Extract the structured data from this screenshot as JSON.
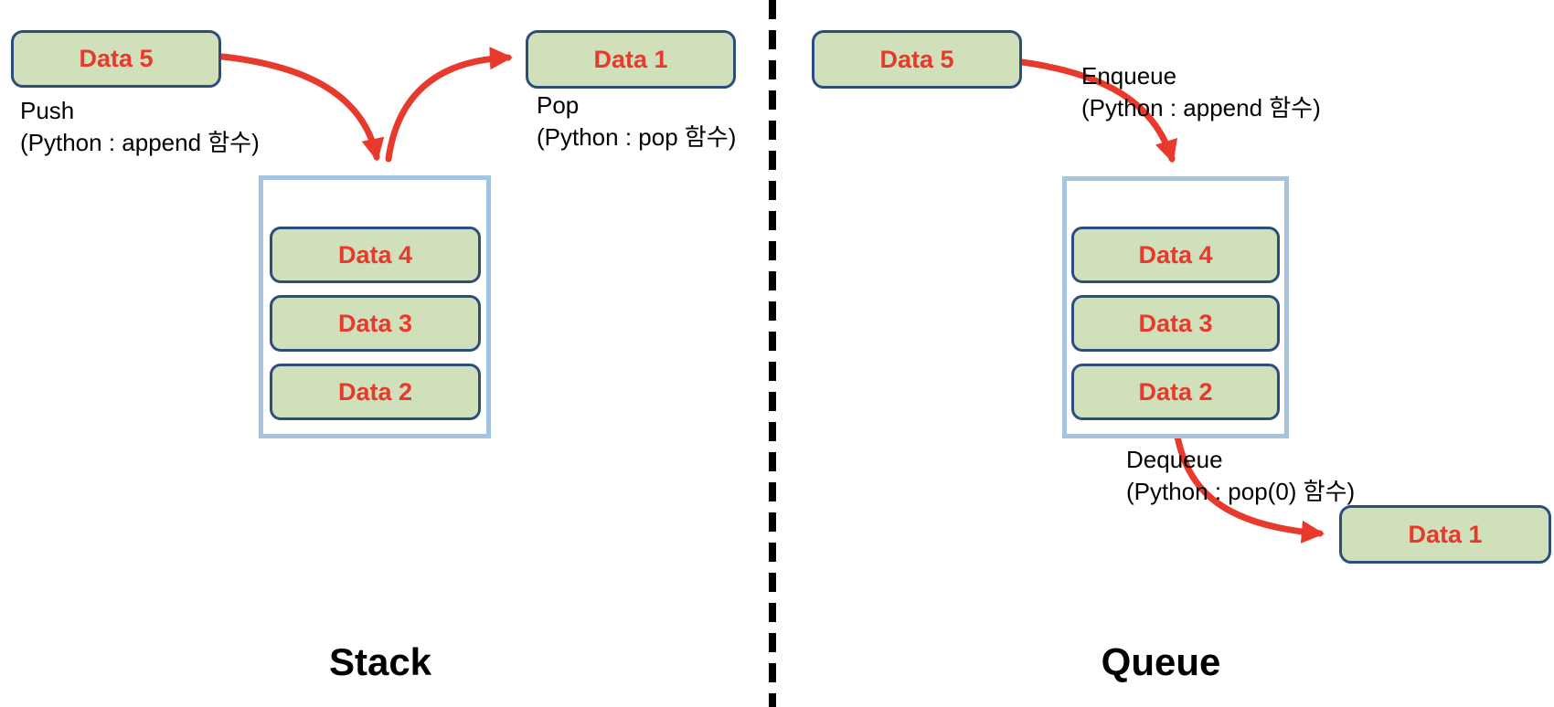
{
  "colors": {
    "box_fill": "#CFE0BA",
    "box_border": "#2E4D7F",
    "container_border": "#A5C4E2",
    "arrow": "#E8392D",
    "box_text": "#E8392D",
    "label_text": "#000000",
    "divider": "#000000"
  },
  "stack": {
    "title": "Stack",
    "in_box_label": "Data 5",
    "out_box_label": "Data 1",
    "items": [
      "Data 4",
      "Data 3",
      "Data 2"
    ],
    "push_title": "Push",
    "push_subtitle": "(Python : append 함수)",
    "pop_title": "Pop",
    "pop_subtitle": "(Python : pop 함수)"
  },
  "queue": {
    "title": "Queue",
    "in_box_label": "Data 5",
    "out_box_label": "Data 1",
    "items": [
      "Data 4",
      "Data 3",
      "Data 2"
    ],
    "enqueue_title": "Enqueue",
    "enqueue_subtitle": "(Python : append 함수)",
    "dequeue_title": "Dequeue",
    "dequeue_subtitle": "(Python : pop(0) 함수)"
  }
}
